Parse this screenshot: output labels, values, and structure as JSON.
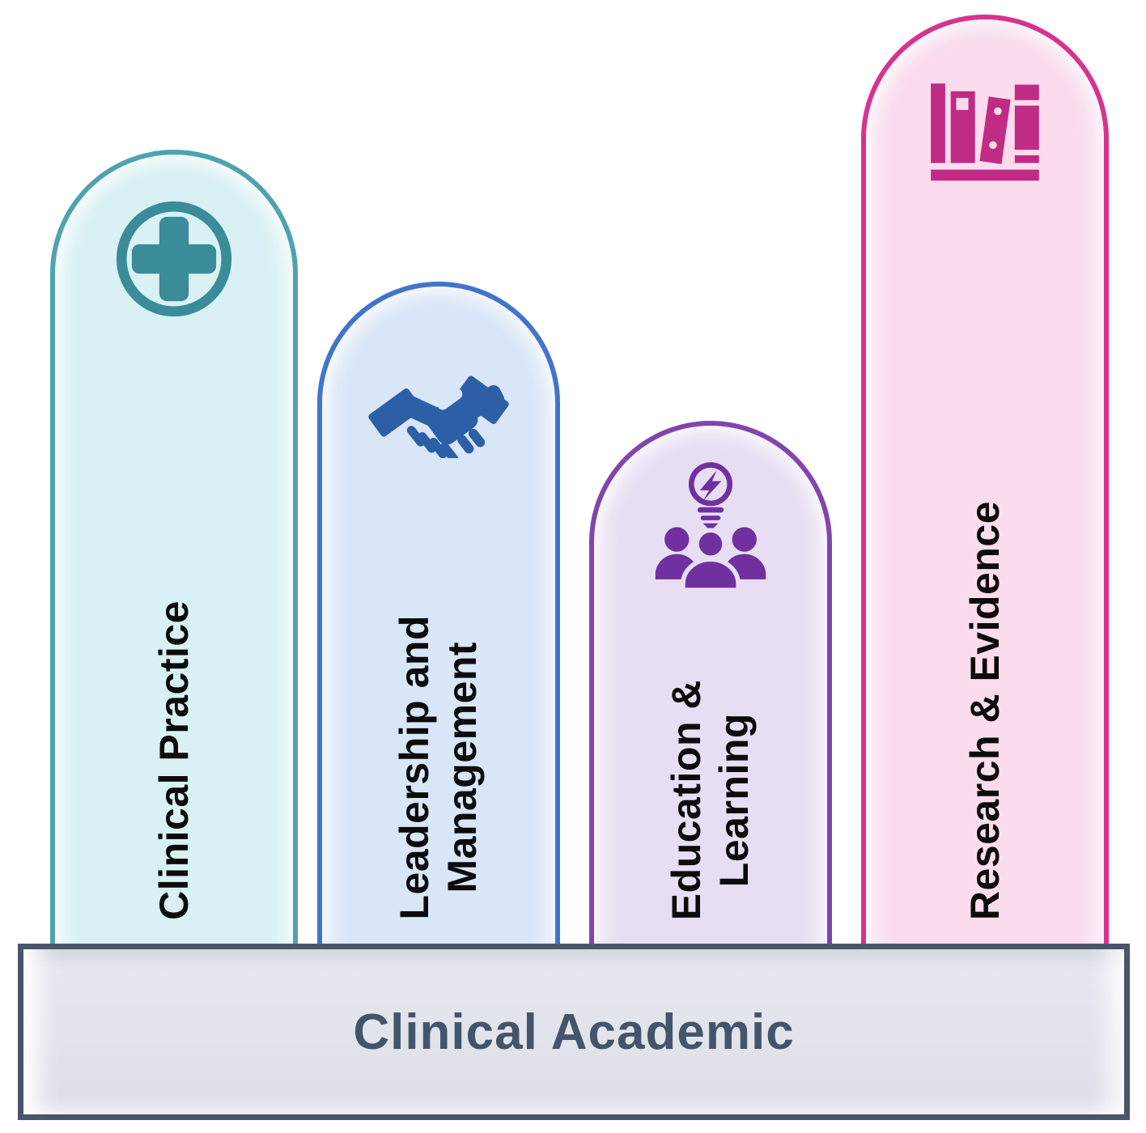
{
  "pillars": [
    {
      "label": "Clinical Practice",
      "icon": "medical-cross-circle-icon",
      "fill": "#d9f1f4",
      "border": "#4fa3ae",
      "icon_color": "#3a8c98"
    },
    {
      "label": "Leadership and\nManagement",
      "icon": "handshake-icon",
      "fill": "#d9e6f8",
      "border": "#4274cb",
      "icon_color": "#2d5fa6"
    },
    {
      "label": "Education &\nLearning",
      "icon": "idea-team-icon",
      "fill": "#e8def3",
      "border": "#8244ad",
      "icon_color": "#7030a0"
    },
    {
      "label": "Research & Evidence",
      "icon": "books-shelf-icon",
      "fill": "#fadcee",
      "border": "#d6338f",
      "icon_color": "#c02b83"
    }
  ],
  "base": {
    "label": "Clinical Academic",
    "fill": "#dfe2ea",
    "border": "#4a5568",
    "text_color": "#44546a"
  }
}
